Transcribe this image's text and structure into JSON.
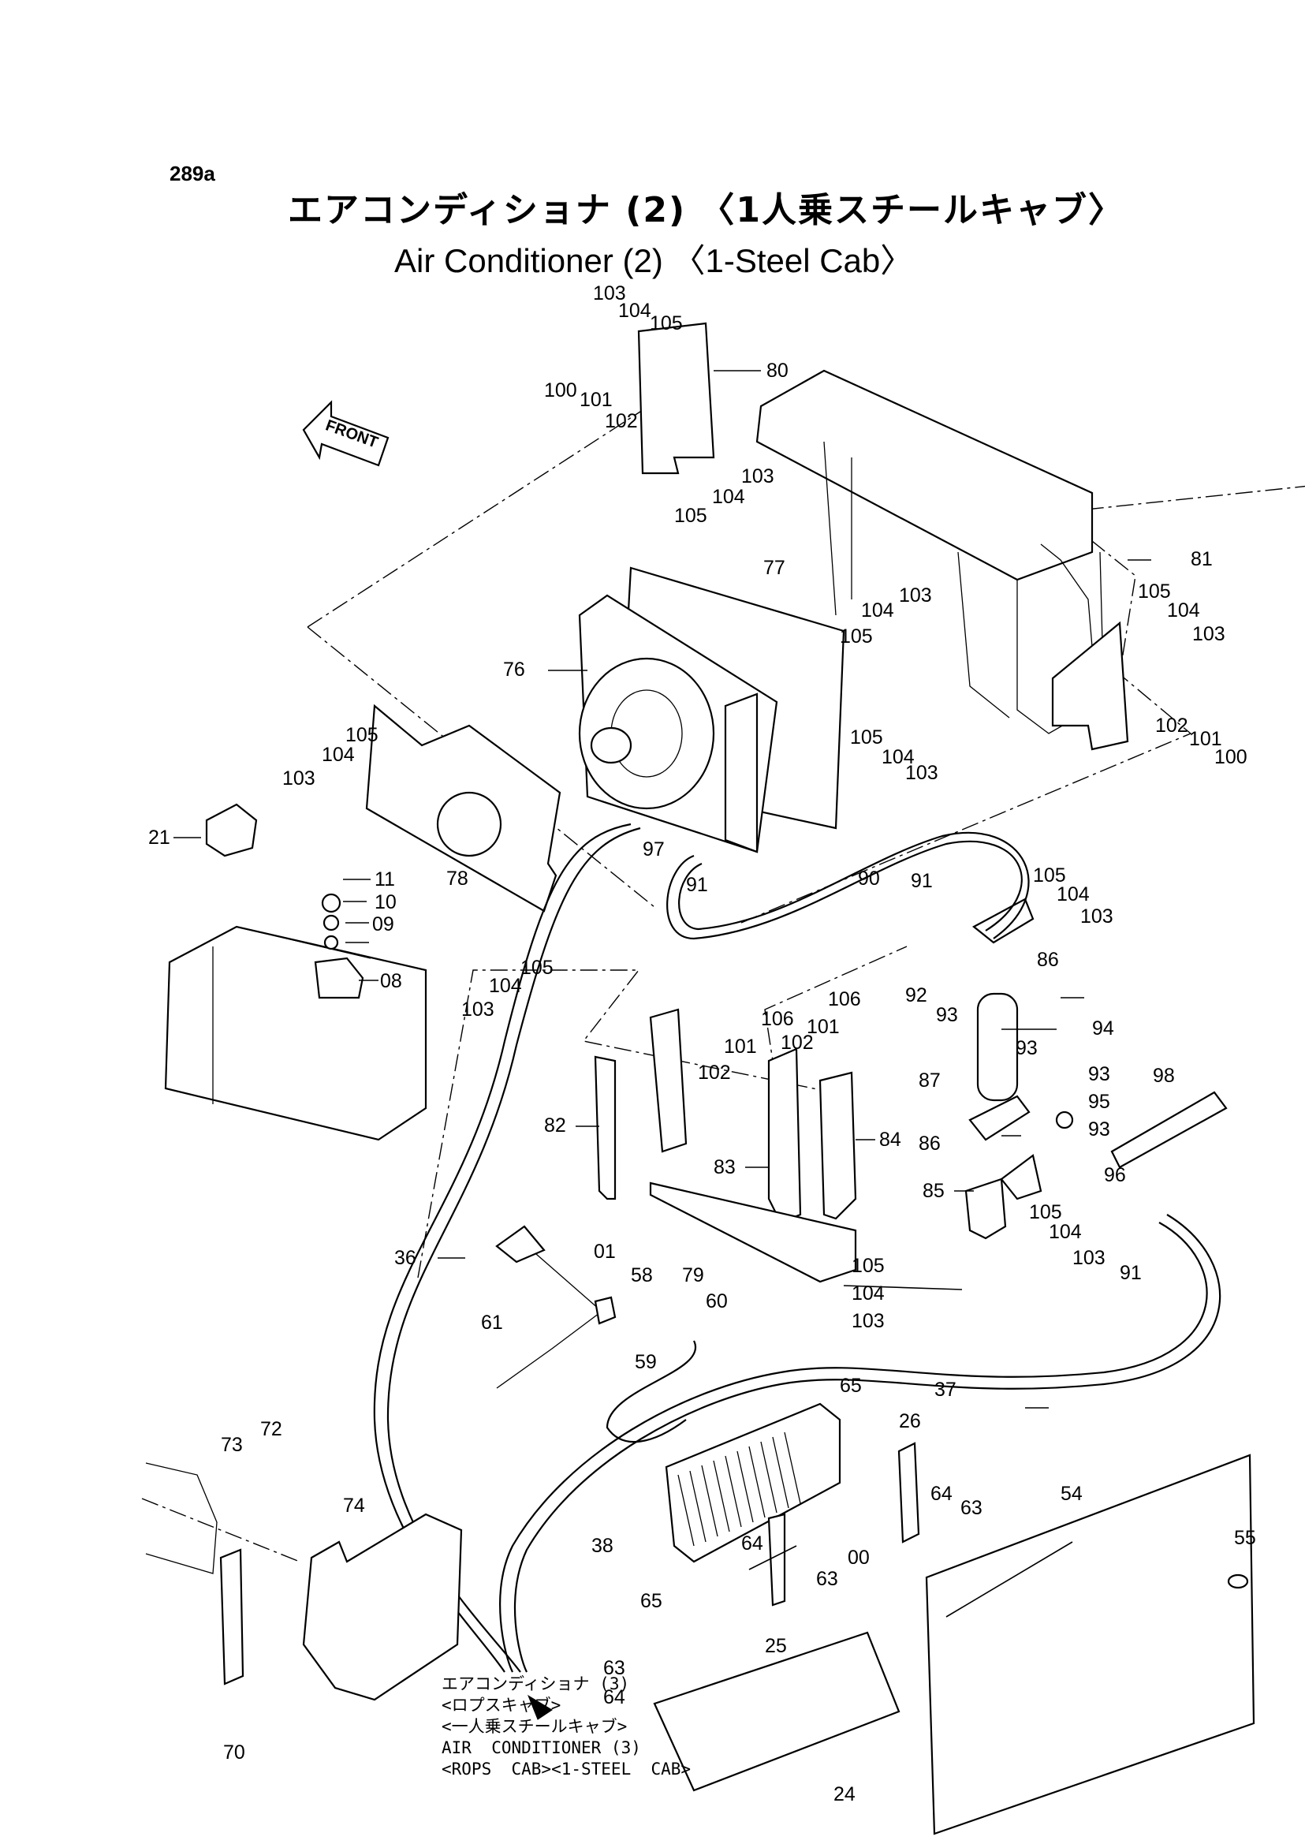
{
  "page_number": "289a",
  "title_jp": "エアコンディショナ (2) 〈1人乗スチールキャブ〉",
  "title_en": "Air Conditioner (2) 〈1-Steel Cab〉",
  "front_marker": "FRONT",
  "reference_note": [
    "エアコンディショナ (3)",
    "<ロプスキャブ>",
    "<一人乗スチールキャブ>",
    "AIR  CONDITIONER (3)",
    "<ROPS  CAB><1-STEEL  CAB>"
  ],
  "callouts": [
    {
      "id": "c1",
      "text": "103"
    },
    {
      "id": "c2",
      "text": "104"
    },
    {
      "id": "c3",
      "text": "105"
    },
    {
      "id": "c4",
      "text": "80"
    },
    {
      "id": "c5",
      "text": "100"
    },
    {
      "id": "c6",
      "text": "101"
    },
    {
      "id": "c7",
      "text": "102"
    },
    {
      "id": "c8",
      "text": "103"
    },
    {
      "id": "c9",
      "text": "104"
    },
    {
      "id": "c10",
      "text": "105"
    },
    {
      "id": "c11",
      "text": "77"
    },
    {
      "id": "c12",
      "text": "81"
    },
    {
      "id": "c13",
      "text": "104"
    },
    {
      "id": "c14",
      "text": "103"
    },
    {
      "id": "c15",
      "text": "105"
    },
    {
      "id": "c16",
      "text": "104"
    },
    {
      "id": "c17",
      "text": "103"
    },
    {
      "id": "c18",
      "text": "105"
    },
    {
      "id": "c19",
      "text": "76"
    },
    {
      "id": "c20",
      "text": "105"
    },
    {
      "id": "c21",
      "text": "104"
    },
    {
      "id": "c22",
      "text": "103"
    },
    {
      "id": "c23",
      "text": "102"
    },
    {
      "id": "c24",
      "text": "101"
    },
    {
      "id": "c25",
      "text": "100"
    },
    {
      "id": "c26",
      "text": "105"
    },
    {
      "id": "c27",
      "text": "104"
    },
    {
      "id": "c28",
      "text": "103"
    },
    {
      "id": "c29",
      "text": "21"
    },
    {
      "id": "c30",
      "text": "97"
    },
    {
      "id": "c31",
      "text": "91"
    },
    {
      "id": "c32",
      "text": "78"
    },
    {
      "id": "c33",
      "text": "90"
    },
    {
      "id": "c34",
      "text": "91"
    },
    {
      "id": "c35",
      "text": "105"
    },
    {
      "id": "c36",
      "text": "104"
    },
    {
      "id": "c37",
      "text": "103"
    },
    {
      "id": "c38",
      "text": "11"
    },
    {
      "id": "c39",
      "text": "10"
    },
    {
      "id": "c40",
      "text": "09"
    },
    {
      "id": "c41",
      "text": "08"
    },
    {
      "id": "c42",
      "text": "103"
    },
    {
      "id": "c43",
      "text": "104"
    },
    {
      "id": "c44",
      "text": "105"
    },
    {
      "id": "c45",
      "text": "86"
    },
    {
      "id": "c46",
      "text": "92"
    },
    {
      "id": "c47",
      "text": "93"
    },
    {
      "id": "c48",
      "text": "94"
    },
    {
      "id": "c49",
      "text": "93"
    },
    {
      "id": "c50",
      "text": "106"
    },
    {
      "id": "c51",
      "text": "106"
    },
    {
      "id": "c52",
      "text": "101"
    },
    {
      "id": "c53",
      "text": "101"
    },
    {
      "id": "c54",
      "text": "102"
    },
    {
      "id": "c55",
      "text": "102"
    },
    {
      "id": "c56",
      "text": "93"
    },
    {
      "id": "c57",
      "text": "98"
    },
    {
      "id": "c58",
      "text": "87"
    },
    {
      "id": "c59",
      "text": "95"
    },
    {
      "id": "c60",
      "text": "93"
    },
    {
      "id": "c61",
      "text": "82"
    },
    {
      "id": "c62",
      "text": "84"
    },
    {
      "id": "c63",
      "text": "86"
    },
    {
      "id": "c64",
      "text": "83"
    },
    {
      "id": "c65",
      "text": "96"
    },
    {
      "id": "c66",
      "text": "85"
    },
    {
      "id": "c67",
      "text": "105"
    },
    {
      "id": "c68",
      "text": "104"
    },
    {
      "id": "c69",
      "text": "103"
    },
    {
      "id": "c70",
      "text": "91"
    },
    {
      "id": "c71",
      "text": "36"
    },
    {
      "id": "c72",
      "text": "01"
    },
    {
      "id": "c73",
      "text": "79"
    },
    {
      "id": "c74",
      "text": "105"
    },
    {
      "id": "c75",
      "text": "104"
    },
    {
      "id": "c76",
      "text": "103"
    },
    {
      "id": "c77",
      "text": "58"
    },
    {
      "id": "c78",
      "text": "60"
    },
    {
      "id": "c79",
      "text": "61"
    },
    {
      "id": "c80",
      "text": "59"
    },
    {
      "id": "c81",
      "text": "37"
    },
    {
      "id": "c82",
      "text": "65"
    },
    {
      "id": "c83",
      "text": "26"
    },
    {
      "id": "c84",
      "text": "73"
    },
    {
      "id": "c85",
      "text": "72"
    },
    {
      "id": "c86",
      "text": "74"
    },
    {
      "id": "c87",
      "text": "64"
    },
    {
      "id": "c88",
      "text": "63"
    },
    {
      "id": "c89",
      "text": "54"
    },
    {
      "id": "c90",
      "text": "38"
    },
    {
      "id": "c91",
      "text": "00"
    },
    {
      "id": "c92",
      "text": "64"
    },
    {
      "id": "c93",
      "text": "63"
    },
    {
      "id": "c94",
      "text": "65"
    },
    {
      "id": "c95",
      "text": "55"
    },
    {
      "id": "c96",
      "text": "25"
    },
    {
      "id": "c97",
      "text": "63"
    },
    {
      "id": "c98",
      "text": "64"
    },
    {
      "id": "c99",
      "text": "70"
    },
    {
      "id": "c100",
      "text": "24"
    }
  ]
}
